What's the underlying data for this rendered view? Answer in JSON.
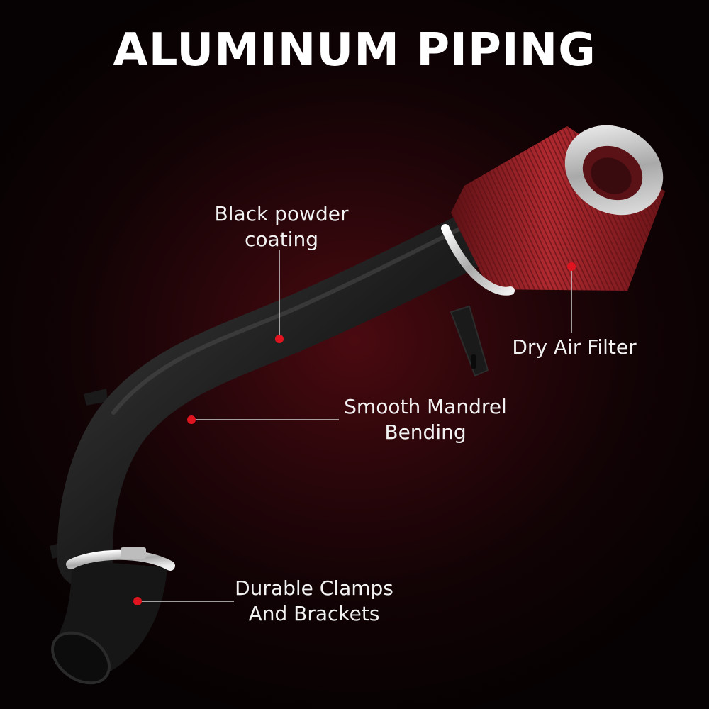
{
  "title": "ALUMINUM PIPING",
  "callouts": {
    "powder": {
      "line1": "Black powder",
      "line2": "coating"
    },
    "filter": {
      "line1": "Dry Air Filter"
    },
    "bending": {
      "line1": "Smooth Mandrel",
      "line2": "Bending"
    },
    "clamps": {
      "line1": "Durable Clamps",
      "line2": "And Brackets"
    }
  },
  "colors": {
    "marker": "#e0141e",
    "pipe": "#1c1c1c",
    "filter": "#9a2328",
    "chrome": "#d9d9d9",
    "background_glow": "#4a0a10"
  }
}
